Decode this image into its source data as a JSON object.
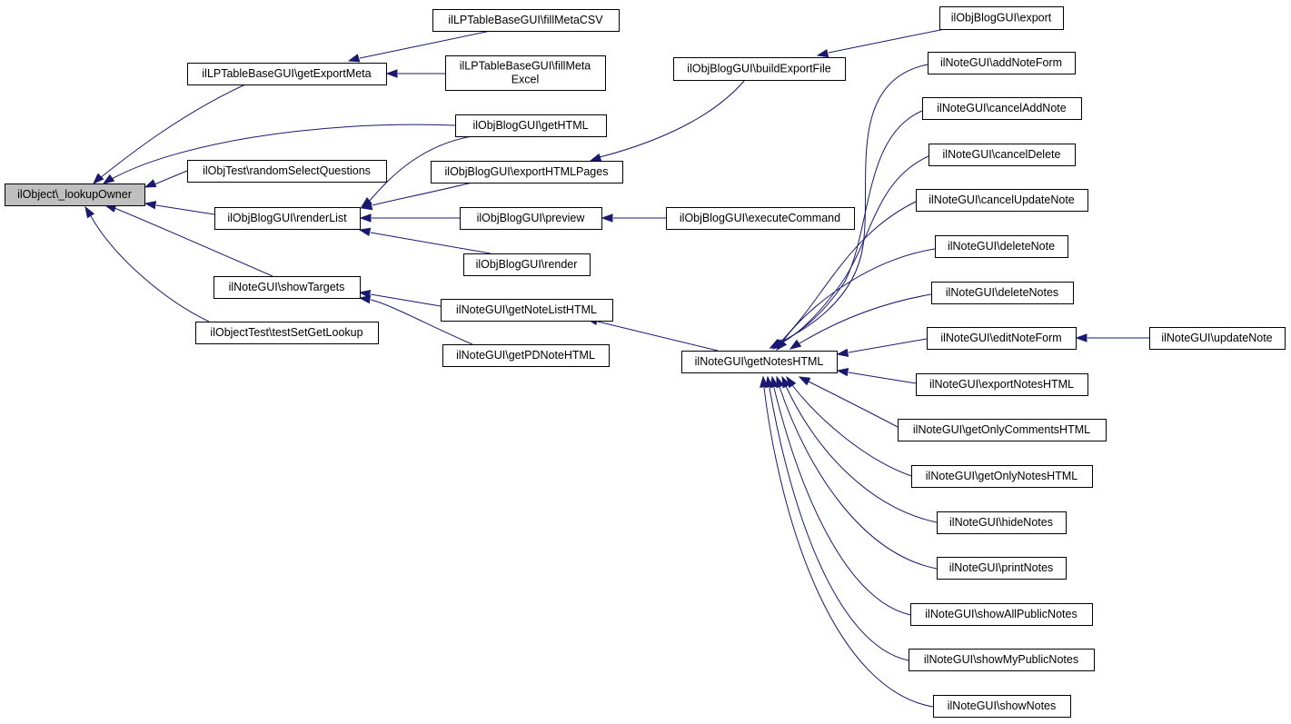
{
  "graph": {
    "colors": {
      "edge": "#191970",
      "root_fill": "#bfbfbf",
      "node_fill": "#ffffff",
      "border": "#000000"
    },
    "nodes": [
      {
        "id": "lookupOwner",
        "lines": [
          "ilObject\\_lookupOwner"
        ],
        "root": true
      },
      {
        "id": "getExportMeta",
        "lines": [
          "ilLPTableBaseGUI\\getExportMeta"
        ]
      },
      {
        "id": "fillMetaCSV",
        "lines": [
          "ilLPTableBaseGUI\\fillMetaCSV"
        ]
      },
      {
        "id": "fillMetaExcel",
        "lines": [
          "ilLPTableBaseGUI\\fillMeta",
          "Excel"
        ]
      },
      {
        "id": "getHTML",
        "lines": [
          "ilObjBlogGUI\\getHTML"
        ]
      },
      {
        "id": "randomSelect",
        "lines": [
          "ilObjTest\\randomSelectQuestions"
        ]
      },
      {
        "id": "renderList",
        "lines": [
          "ilObjBlogGUI\\renderList"
        ]
      },
      {
        "id": "exportHTMLPages",
        "lines": [
          "ilObjBlogGUI\\exportHTMLPages"
        ]
      },
      {
        "id": "preview",
        "lines": [
          "ilObjBlogGUI\\preview"
        ]
      },
      {
        "id": "render",
        "lines": [
          "ilObjBlogGUI\\render"
        ]
      },
      {
        "id": "showTargets",
        "lines": [
          "ilNoteGUI\\showTargets"
        ]
      },
      {
        "id": "getNoteListHTML",
        "lines": [
          "ilNoteGUI\\getNoteListHTML"
        ]
      },
      {
        "id": "getPDNoteHTML",
        "lines": [
          "ilNoteGUI\\getPDNoteHTML"
        ]
      },
      {
        "id": "testSetGetLookup",
        "lines": [
          "ilObjectTest\\testSetGetLookup"
        ]
      },
      {
        "id": "buildExportFile",
        "lines": [
          "ilObjBlogGUI\\buildExportFile"
        ]
      },
      {
        "id": "export",
        "lines": [
          "ilObjBlogGUI\\export"
        ]
      },
      {
        "id": "executeCommand",
        "lines": [
          "ilObjBlogGUI\\executeCommand"
        ]
      },
      {
        "id": "getNotesHTML",
        "lines": [
          "ilNoteGUI\\getNotesHTML"
        ]
      },
      {
        "id": "addNoteForm",
        "lines": [
          "ilNoteGUI\\addNoteForm"
        ]
      },
      {
        "id": "cancelAddNote",
        "lines": [
          "ilNoteGUI\\cancelAddNote"
        ]
      },
      {
        "id": "cancelDelete",
        "lines": [
          "ilNoteGUI\\cancelDelete"
        ]
      },
      {
        "id": "cancelUpdateNote",
        "lines": [
          "ilNoteGUI\\cancelUpdateNote"
        ]
      },
      {
        "id": "deleteNote",
        "lines": [
          "ilNoteGUI\\deleteNote"
        ]
      },
      {
        "id": "deleteNotes",
        "lines": [
          "ilNoteGUI\\deleteNotes"
        ]
      },
      {
        "id": "editNoteForm",
        "lines": [
          "ilNoteGUI\\editNoteForm"
        ]
      },
      {
        "id": "exportNotesHTML",
        "lines": [
          "ilNoteGUI\\exportNotesHTML"
        ]
      },
      {
        "id": "getOnlyCommentsHTML",
        "lines": [
          "ilNoteGUI\\getOnlyCommentsHTML"
        ]
      },
      {
        "id": "getOnlyNotesHTML",
        "lines": [
          "ilNoteGUI\\getOnlyNotesHTML"
        ]
      },
      {
        "id": "hideNotes",
        "lines": [
          "ilNoteGUI\\hideNotes"
        ]
      },
      {
        "id": "printNotes",
        "lines": [
          "ilNoteGUI\\printNotes"
        ]
      },
      {
        "id": "showAllPublicNotes",
        "lines": [
          "ilNoteGUI\\showAllPublicNotes"
        ]
      },
      {
        "id": "showMyPublicNotes",
        "lines": [
          "ilNoteGUI\\showMyPublicNotes"
        ]
      },
      {
        "id": "showNotes",
        "lines": [
          "ilNoteGUI\\showNotes"
        ]
      },
      {
        "id": "updateNote",
        "lines": [
          "ilNoteGUI\\updateNote"
        ]
      }
    ],
    "edges": [
      {
        "from": "getExportMeta",
        "to": "lookupOwner"
      },
      {
        "from": "getHTML",
        "to": "lookupOwner"
      },
      {
        "from": "randomSelect",
        "to": "lookupOwner"
      },
      {
        "from": "renderList",
        "to": "lookupOwner"
      },
      {
        "from": "showTargets",
        "to": "lookupOwner"
      },
      {
        "from": "testSetGetLookup",
        "to": "lookupOwner"
      },
      {
        "from": "fillMetaCSV",
        "to": "getExportMeta"
      },
      {
        "from": "fillMetaExcel",
        "to": "getExportMeta"
      },
      {
        "from": "getHTML",
        "to": "renderList"
      },
      {
        "from": "exportHTMLPages",
        "to": "renderList"
      },
      {
        "from": "preview",
        "to": "renderList"
      },
      {
        "from": "render",
        "to": "renderList"
      },
      {
        "from": "getNoteListHTML",
        "to": "showTargets"
      },
      {
        "from": "getPDNoteHTML",
        "to": "showTargets"
      },
      {
        "from": "buildExportFile",
        "to": "exportHTMLPages"
      },
      {
        "from": "export",
        "to": "buildExportFile"
      },
      {
        "from": "executeCommand",
        "to": "preview"
      },
      {
        "from": "getNotesHTML",
        "to": "getNoteListHTML"
      },
      {
        "from": "addNoteForm",
        "to": "getNotesHTML"
      },
      {
        "from": "cancelAddNote",
        "to": "getNotesHTML"
      },
      {
        "from": "cancelDelete",
        "to": "getNotesHTML"
      },
      {
        "from": "cancelUpdateNote",
        "to": "getNotesHTML"
      },
      {
        "from": "deleteNote",
        "to": "getNotesHTML"
      },
      {
        "from": "deleteNotes",
        "to": "getNotesHTML"
      },
      {
        "from": "editNoteForm",
        "to": "getNotesHTML"
      },
      {
        "from": "exportNotesHTML",
        "to": "getNotesHTML"
      },
      {
        "from": "getOnlyCommentsHTML",
        "to": "getNotesHTML"
      },
      {
        "from": "getOnlyNotesHTML",
        "to": "getNotesHTML"
      },
      {
        "from": "hideNotes",
        "to": "getNotesHTML"
      },
      {
        "from": "printNotes",
        "to": "getNotesHTML"
      },
      {
        "from": "showAllPublicNotes",
        "to": "getNotesHTML"
      },
      {
        "from": "showMyPublicNotes",
        "to": "getNotesHTML"
      },
      {
        "from": "showNotes",
        "to": "getNotesHTML"
      },
      {
        "from": "updateNote",
        "to": "editNoteForm"
      }
    ]
  }
}
